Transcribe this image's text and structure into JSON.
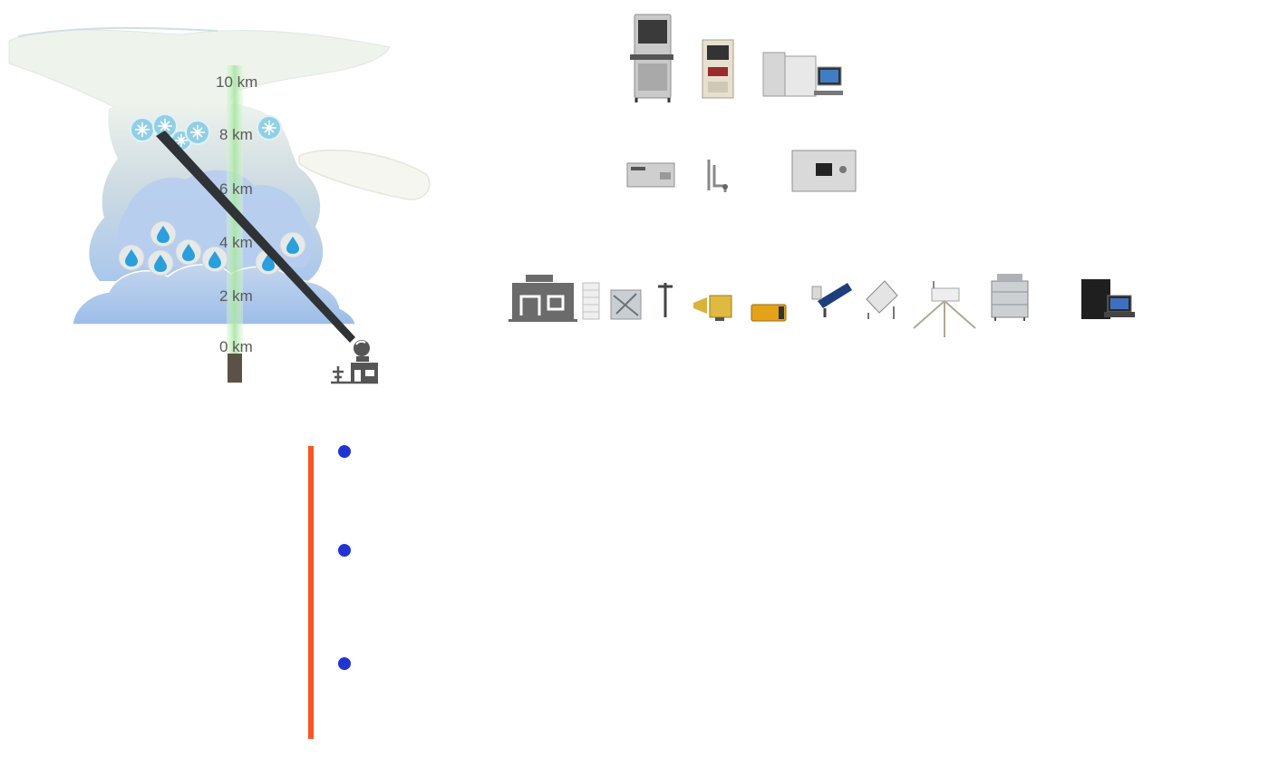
{
  "colors": {
    "accent_bar": "#fb5420",
    "bullet": "#2233d4",
    "cloud_top": "#eef3ec",
    "cloud_mid": "#cfdce2",
    "cloud_base": "#a9c7ec",
    "ice_particle": "#92cfe6",
    "water_drop": "#2a9fdc",
    "green_column": "#b9ecb5",
    "equipment_gray": "#6b6b6b"
  },
  "altitude_axis": {
    "labels": [
      "10 km",
      "8 km",
      "6 km",
      "4 km",
      "2 km",
      "0 km"
    ]
  },
  "icons": {
    "ice_crystal": "ice-crystal-icon",
    "water_drop": "water-drop-icon",
    "radar_station": "radar-station-icon"
  },
  "bullets": [
    {
      "id": "bullet-1"
    },
    {
      "id": "bullet-2"
    },
    {
      "id": "bullet-3"
    }
  ]
}
